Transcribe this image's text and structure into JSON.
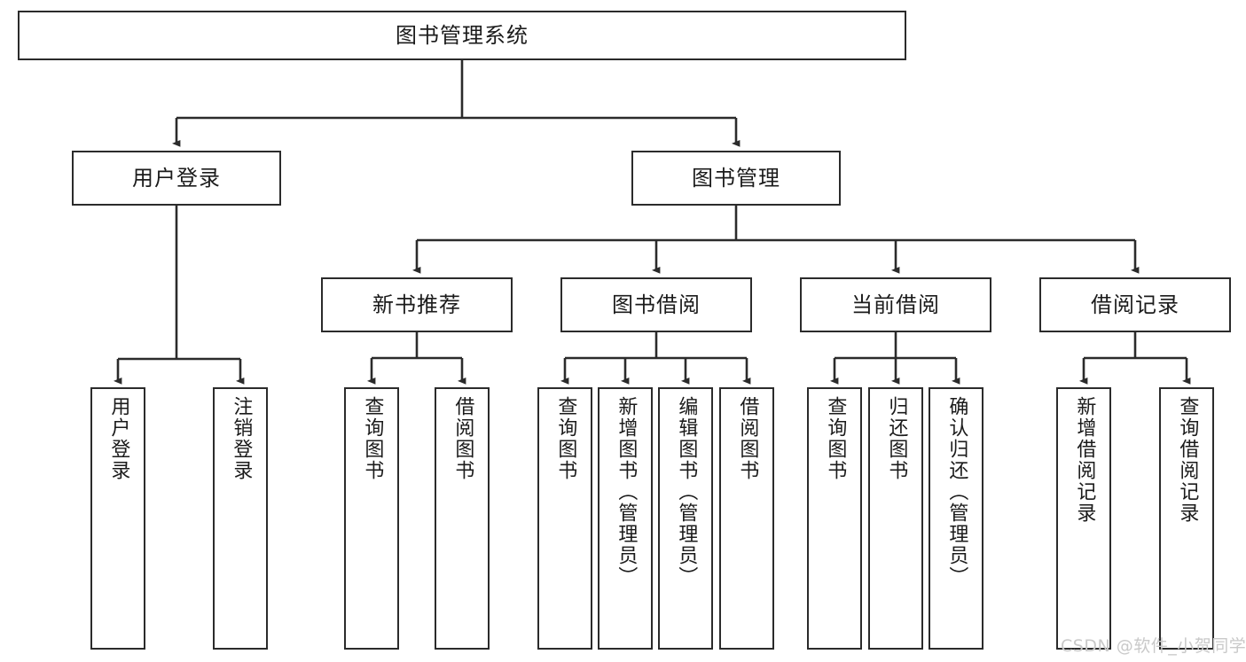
{
  "diagram": {
    "title": "图书管理系统",
    "type": "hierarchy-tree",
    "orientation": "top-down",
    "colors": {
      "stroke": "#2b2b2b",
      "fill": "#ffffff",
      "text": "#1b1b1b",
      "watermark": "#c9c9c9"
    },
    "levels": {
      "root": {
        "label": "图书管理系统"
      },
      "level2": [
        {
          "id": "user-login",
          "label": "用户登录"
        },
        {
          "id": "book-manage",
          "label": "图书管理"
        }
      ],
      "level3": [
        {
          "id": "new-book-recommend",
          "label": "新书推荐"
        },
        {
          "id": "book-borrow",
          "label": "图书借阅"
        },
        {
          "id": "current-borrow",
          "label": "当前借阅"
        },
        {
          "id": "borrow-record",
          "label": "借阅记录"
        }
      ],
      "leaves": [
        {
          "id": "leaf-user-login",
          "label": "用户登录",
          "parent": "user-login"
        },
        {
          "id": "leaf-logout",
          "label": "注销登录",
          "parent": "user-login"
        },
        {
          "id": "leaf-query-book-1",
          "label": "查询图书",
          "parent": "new-book-recommend"
        },
        {
          "id": "leaf-borrow-book-1",
          "label": "借阅图书",
          "parent": "new-book-recommend"
        },
        {
          "id": "leaf-query-book-2",
          "label": "查询图书",
          "parent": "book-borrow"
        },
        {
          "id": "leaf-add-book",
          "label": "新增图书（管理员）",
          "parent": "book-borrow"
        },
        {
          "id": "leaf-edit-book",
          "label": "编辑图书（管理员）",
          "parent": "book-borrow"
        },
        {
          "id": "leaf-borrow-book-2",
          "label": "借阅图书",
          "parent": "book-borrow"
        },
        {
          "id": "leaf-query-book-3",
          "label": "查询图书",
          "parent": "current-borrow"
        },
        {
          "id": "leaf-return-book",
          "label": "归还图书",
          "parent": "current-borrow"
        },
        {
          "id": "leaf-confirm-return",
          "label": "确认归还（管理员）",
          "parent": "current-borrow"
        },
        {
          "id": "leaf-add-record",
          "label": "新增借阅记录",
          "parent": "borrow-record"
        },
        {
          "id": "leaf-query-record",
          "label": "查询借阅记录",
          "parent": "borrow-record"
        }
      ]
    },
    "watermark": "CSDN @软件_小贺同学"
  }
}
